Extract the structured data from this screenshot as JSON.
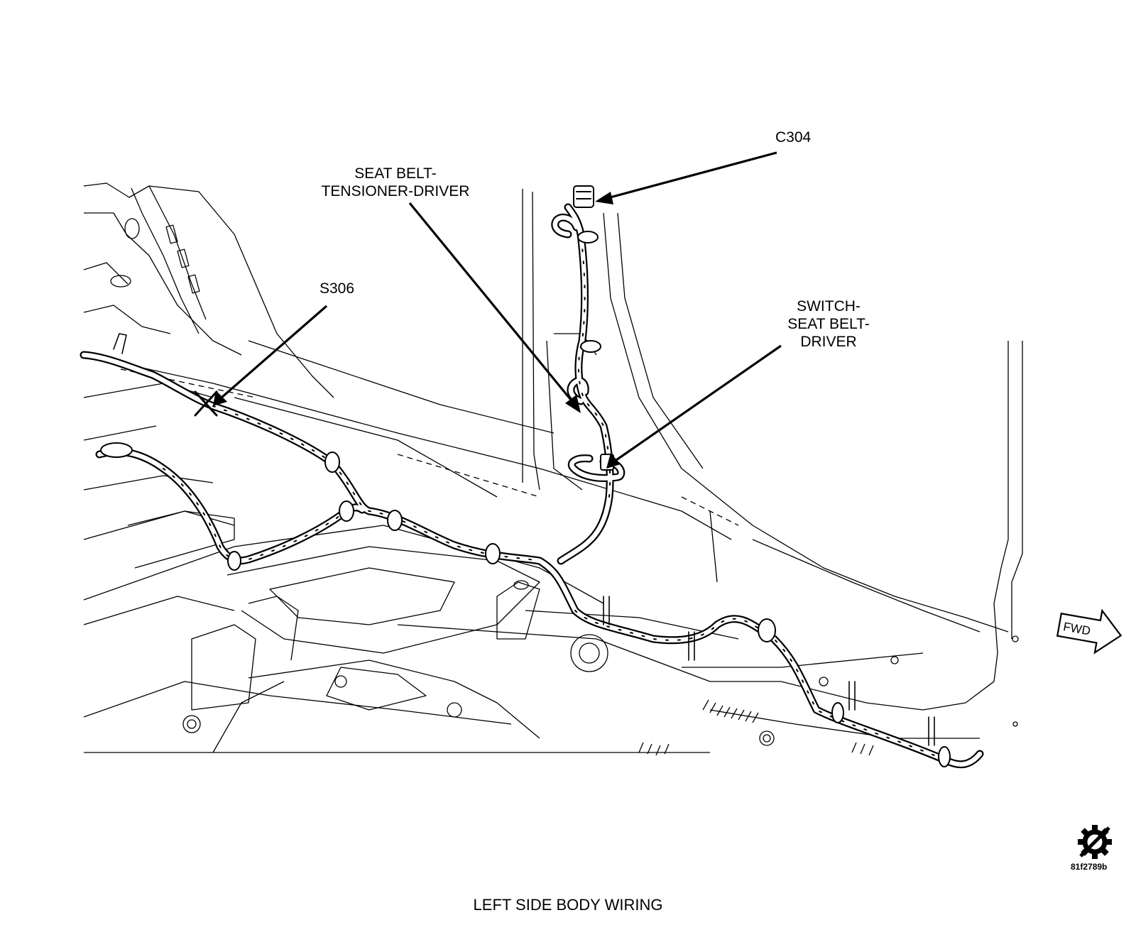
{
  "labels": {
    "c304": "C304",
    "seat_belt_tensioner": [
      "SEAT BELT-",
      "TENSIONER-DRIVER"
    ],
    "s306": "S306",
    "switch_seat_belt": [
      "SWITCH-",
      "SEAT BELT-",
      "DRIVER"
    ],
    "fwd": "FWD"
  },
  "figure_code": "81f2789b",
  "caption": "LEFT SIDE BODY WIRING",
  "icons": {
    "service_symbol": "gear-slash-icon",
    "direction": "forward-arrow-icon"
  }
}
